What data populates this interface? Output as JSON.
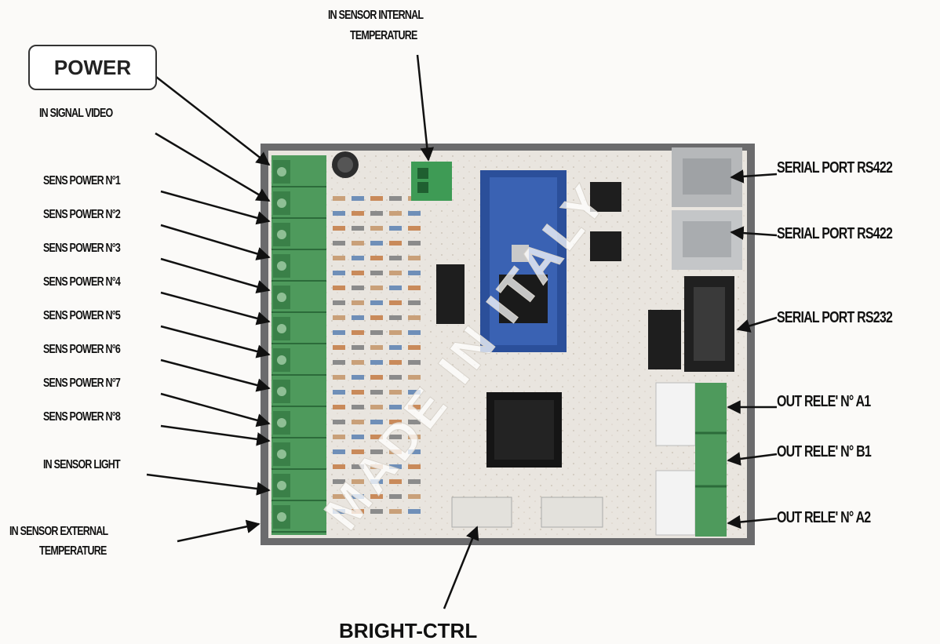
{
  "diagram": {
    "labels": {
      "in_sensor_internal_temperature": [
        "IN SENSOR INTERNAL",
        "TEMPERATURE"
      ],
      "power": "POWER",
      "in_signal_video": "IN SIGNAL VIDEO",
      "sens_power": [
        "SENS POWER N°1",
        "SENS POWER N°2",
        "SENS POWER N°3",
        "SENS POWER N°4",
        "SENS POWER N°5",
        "SENS POWER N°6",
        "SENS POWER N°7",
        "SENS POWER N°8"
      ],
      "in_sensor_light": "IN SENSOR LIGHT",
      "in_sensor_external_temperature": [
        "IN SENSOR EXTERNAL",
        "TEMPERATURE"
      ],
      "bright_ctrl": "BRIGHT-CTRL",
      "serial_port_1": "SERIAL PORT RS422",
      "serial_port_2": "SERIAL PORT RS422",
      "serial_port_3": "SERIAL PORT RS232",
      "out_rele_a1": "OUT RELE' N° A1",
      "out_rele_b1": "OUT RELE' N° B1",
      "out_rele_a2": "OUT RELE' N° A2"
    },
    "watermark": "MADE IN ITALY"
  }
}
